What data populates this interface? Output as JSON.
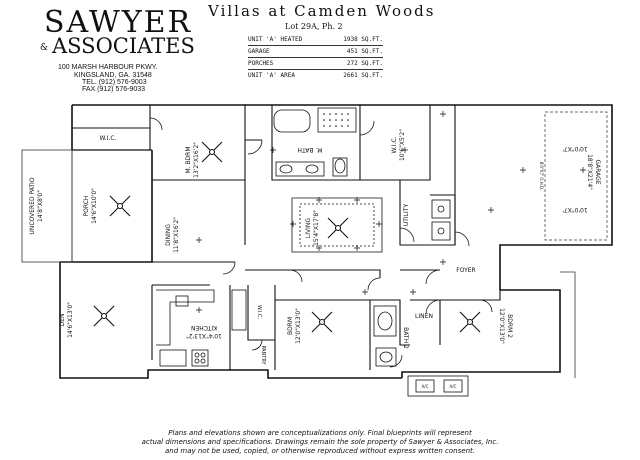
{
  "logo": {
    "line1": "SAWYER",
    "line2": "ASSOCIATES",
    "amp": "&",
    "address1": "100 MARSH HARBOUR PKWY.",
    "address2": "KINGSLAND, GA. 31548",
    "tel": "TEL. (912) 576-9003",
    "fax": "FAX (912) 576-9033"
  },
  "title": "Villas at Camden Woods",
  "subtitle": "Lot 29A, Ph. 2",
  "areas": [
    {
      "label": "UNIT 'A' HEATED",
      "value": "1938 SQ.FT."
    },
    {
      "label": "GARAGE",
      "value": "451 SQ.FT."
    },
    {
      "label": "PORCHES",
      "value": "272 SQ.FT."
    },
    {
      "label": "UNIT 'A' AREA",
      "value": "2661 SQ.FT."
    }
  ],
  "rooms": {
    "wic": "W.I.C.",
    "mbrm": "M. BDRM",
    "mbrm_dim": "13'2\"X16'2\"",
    "mbath": "M. BATH",
    "wic2": "W.I.C.",
    "wic2_dim": "10'6\"X5'2\"",
    "garage": "GARAGE",
    "garage_dim": "18'8\"X21'4\"",
    "garage_door1": "10'0\"X7'",
    "garage_door2": "10'0\"X7'",
    "garage_side": "8'0\"X7' O.H.D.",
    "patio": "UNCOVERED PATIO",
    "patio_dim": "14'8\"X8'0\"",
    "porch": "PORCH",
    "porch_dim": "14'6\"X10'0\"",
    "dining": "DINING",
    "dining_dim": "11'8\"X16'2\"",
    "living": "LIVING",
    "living_dim": "15'4\"X17'8\"",
    "utility": "UTILITY",
    "foyer": "FOYER",
    "den": "DEN",
    "den_dim": "14'6\"X13'0\"",
    "kitchen": "KITCHEN",
    "kitchen_dim": "10'4\"X13'2\"",
    "pantry": "PANTRY",
    "wic3": "W.I.C.",
    "bdrm3": "BDRM",
    "bdrm3_dim": "12'0\"X13'0\"",
    "bath2": "BATH 2",
    "linen": "LINEN",
    "bdrm2": "BDRM 2",
    "bdrm2_dim": "12'0\"X13'0\"",
    "ac1": "A/C",
    "ac2": "A/C"
  },
  "footer": {
    "line1": "Plans and elevations shown are conceptualizations only. Final blueprints will represent",
    "line2": "actual dimensions and specifications. Drawings remain the sole property of Sawyer & Associates, Inc.",
    "line3": "and may not be used, copied, or otherwise reproduced without express written consent."
  }
}
